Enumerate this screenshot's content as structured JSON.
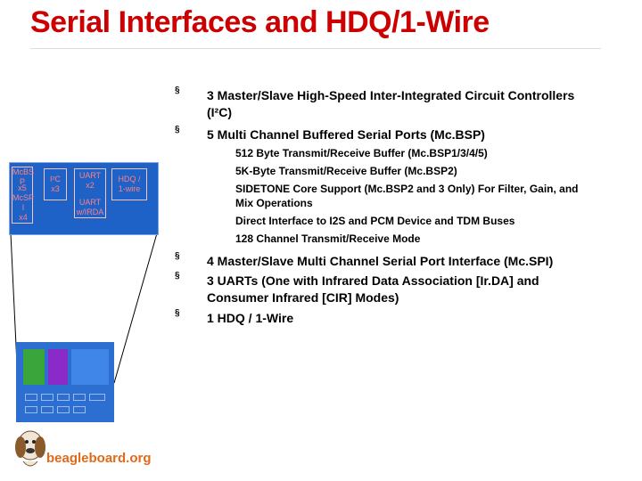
{
  "slide": {
    "title": "Serial Interfaces and HDQ/1-Wire"
  },
  "bullets": [
    {
      "marker": "§",
      "text_line1": "3 Master/Slave High-Speed Inter-Integrated Circuit Controllers",
      "text_line2": "(I²C)"
    },
    {
      "marker": "§",
      "text_line1": "5 Multi Channel Buffered Serial Ports (Mc.BSP)"
    },
    {
      "marker": "§",
      "text_line1": "4 Master/Slave Multi Channel Serial Port Interface (Mc.SPI)"
    },
    {
      "marker": "§",
      "text_line1": "3 UARTs (One with Infrared Data Association [Ir.DA] and",
      "text_line2": "Consumer Infrared [CIR] Modes)"
    },
    {
      "marker": "§",
      "text_line1": "1 HDQ / 1-Wire"
    }
  ],
  "sub_items": [
    "512 Byte Transmit/Receive Buffer (Mc.BSP1/3/4/5)",
    "5K-Byte Transmit/Receive Buffer (Mc.BSP2)",
    "SIDETONE Core Support (Mc.BSP2 and 3 Only) For Filter, Gain, and",
    "Mix Operations",
    "Direct Interface to I2S and PCM Device and TDM Buses",
    "128 Channel Transmit/Receive Mode"
  ],
  "diagram": {
    "mcbsp": [
      "McBS",
      "P",
      "x5"
    ],
    "mcspi": [
      "McSP",
      "I",
      "x4"
    ],
    "i2c": [
      "I²C",
      "x3"
    ],
    "uart": [
      "UART",
      "x2"
    ],
    "uart_irda": [
      "UART",
      "w/IRDA"
    ],
    "hdq": [
      "HDQ /",
      "1-wire"
    ],
    "colors": {
      "chip": "#1e62c8",
      "green": "#3aa53a",
      "purple": "#8a2ac8",
      "blue": "#3f86e8"
    }
  },
  "logo": {
    "text": "beagleboard.org"
  }
}
